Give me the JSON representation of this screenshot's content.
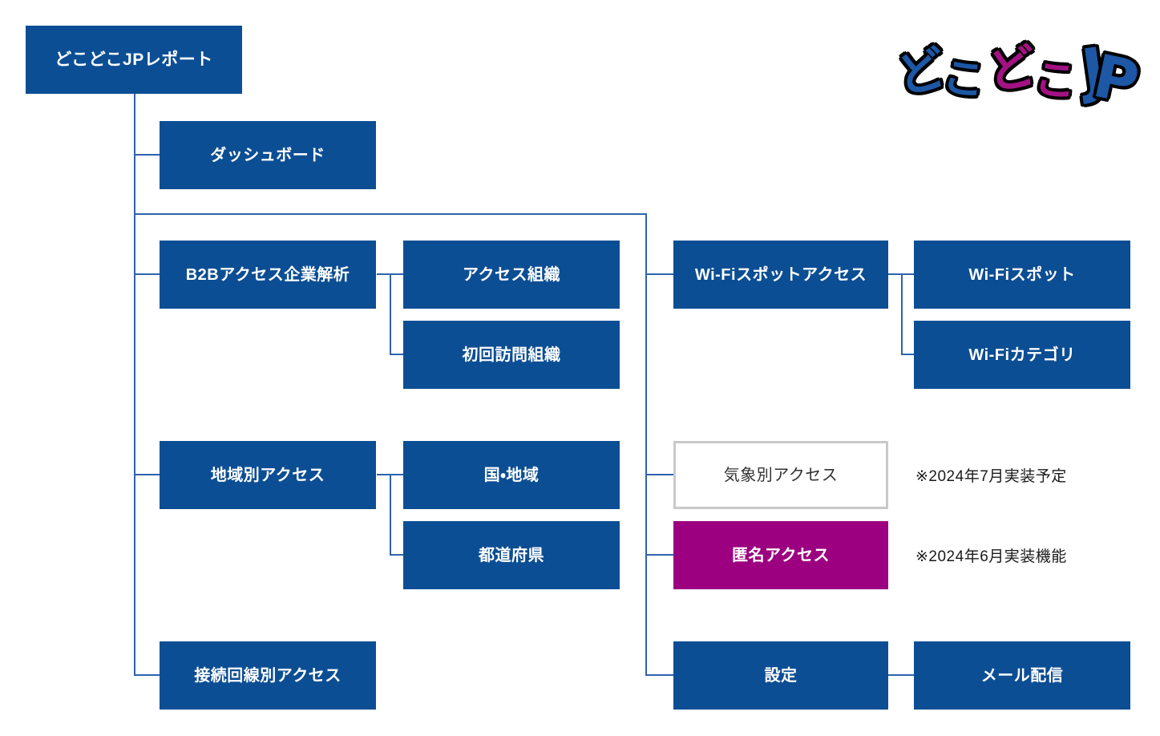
{
  "colors": {
    "box_blue": "#0c4e94",
    "box_magenta": "#9c0080",
    "line_blue": "#2e63ae",
    "pending_border": "#c9c9c9",
    "pending_text": "#333333",
    "note_text": "#1a1a1a",
    "logo_blue": "#1d57a5",
    "logo_magenta": "#a31283"
  },
  "logo": {
    "chars": [
      "ど",
      "こ",
      "ど",
      "こ",
      "J",
      "P"
    ]
  },
  "nodes": {
    "root": "どこどこJPレポート",
    "dashboard": "ダッシュボード",
    "b2b": "B2Bアクセス企業解析",
    "access_org": "アクセス組織",
    "first_visit_org": "初回訪問組織",
    "region": "地域別アクセス",
    "country": "国・地域",
    "prefecture": "都道府県",
    "connection": "接続回線別アクセス",
    "wifi_access": "Wi-Fiスポットアクセス",
    "wifi_spot": "Wi-Fiスポット",
    "wifi_category": "Wi-Fiカテゴリ",
    "weather": "気象別アクセス",
    "anonymous": "匿名アクセス",
    "settings": "設定",
    "mail": "メール配信"
  },
  "notes": {
    "weather": "※2024年7月実装予定",
    "anonymous": "※2024年6月実装機能"
  }
}
